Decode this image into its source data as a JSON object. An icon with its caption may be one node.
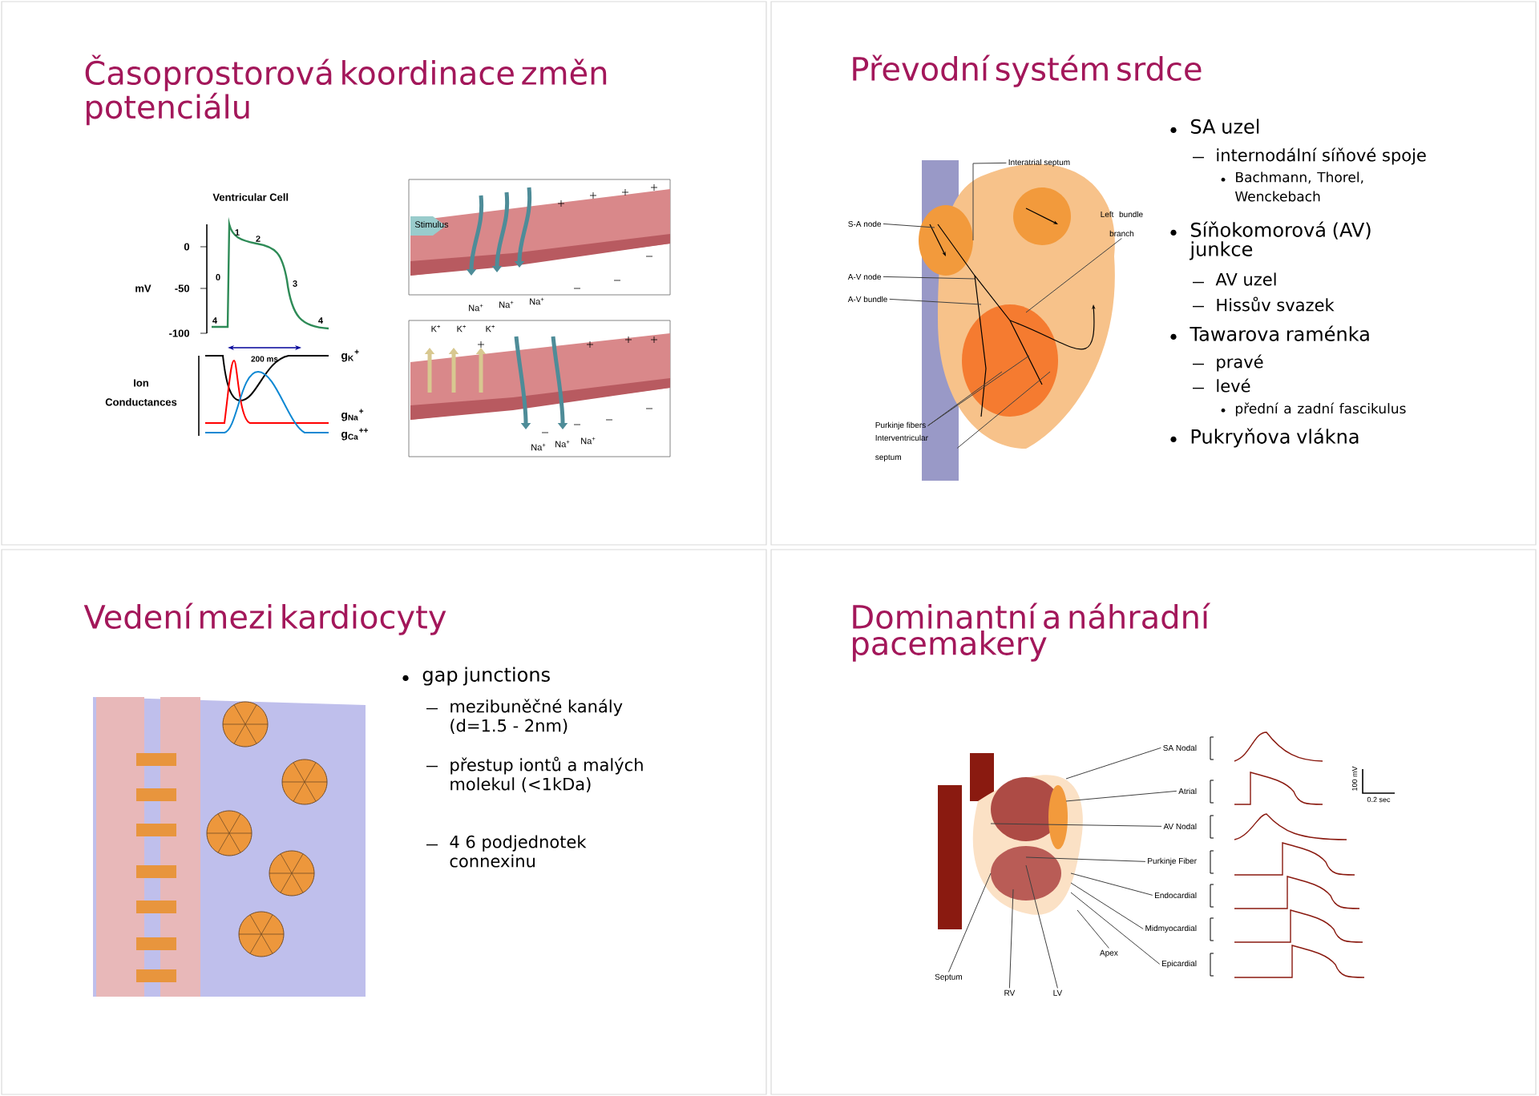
{
  "diagram": {
    "nodes": [
      {
        "text": [
          "Časoprostorová koordinace změn potenciálu"
        ]
      },
      {
        "text": [
          "Převodní systém srdce"
        ]
      },
      {
        "text": [
          "Vedení mezi kardiocyty"
        ]
      },
      {
        "text": [
          "Dominantní a náhradní pacemakery"
        ]
      },
      {
        "text": [
          "Interatrial septum"
        ],
        "in": 1
      },
      {
        "text": [
          "S-A node"
        ],
        "in": 1
      },
      {
        "text": [
          "A-V node"
        ],
        "in": 1
      },
      {
        "text": [
          "A-V bundle"
        ],
        "in": 1
      },
      {
        "text": [
          "Left bundle branch"
        ],
        "in": 1
      },
      {
        "text": [
          "Purkinje fibers"
        ],
        "in": 1
      },
      {
        "text": [
          "Interventricular septum"
        ],
        "in": 1
      },
      {
        "text": [
          "SA Nodal"
        ],
        "in": 3
      },
      {
        "text": [
          "Atrial"
        ],
        "in": 3
      },
      {
        "text": [
          "AV Nodal"
        ],
        "in": 3
      },
      {
        "text": [
          "Purkinje Fiber"
        ],
        "in": 3
      },
      {
        "text": [
          "Endocardial"
        ],
        "in": 3
      },
      {
        "text": [
          "Midmyocardial"
        ],
        "in": 3
      },
      {
        "text": [
          "Epicardial"
        ],
        "in": 3
      },
      {
        "text": [
          "Septum"
        ],
        "in": 3
      },
      {
        "text": [
          "RV"
        ],
        "in": 3
      },
      {
        "text": [
          "LV"
        ],
        "in": 3
      },
      {
        "text": [
          "Apex"
        ],
        "in": 3
      }
    ],
    "edges": [
      {
        "from": 4,
        "to": null,
        "arrow": "none"
      },
      {
        "from": 5,
        "to": null,
        "arrow": "none"
      },
      {
        "from": 6,
        "to": null,
        "arrow": "none"
      },
      {
        "from": 7,
        "to": null,
        "arrow": "none"
      },
      {
        "from": 8,
        "to": null,
        "arrow": "none"
      },
      {
        "from": 9,
        "to": null,
        "arrow": "none"
      },
      {
        "from": 9,
        "to": null,
        "arrow": "none"
      },
      {
        "from": 10,
        "to": null,
        "arrow": "none"
      },
      {
        "from": 11,
        "to": null,
        "arrow": "none"
      },
      {
        "from": 12,
        "to": null,
        "arrow": "none"
      },
      {
        "from": 13,
        "to": null,
        "arrow": "none"
      },
      {
        "from": 14,
        "to": null,
        "arrow": "none"
      },
      {
        "from": 15,
        "to": null,
        "arrow": "none"
      },
      {
        "from": 16,
        "to": null,
        "arrow": "none"
      },
      {
        "from": 17,
        "to": null,
        "arrow": "none"
      },
      {
        "from": 18,
        "to": null,
        "arrow": "none"
      },
      {
        "from": 19,
        "to": null,
        "arrow": "none"
      },
      {
        "from": 20,
        "to": null,
        "arrow": "none"
      },
      {
        "from": 21,
        "to": null,
        "arrow": "none"
      }
    ],
    "labels": [
      "Ventricular Cell",
      "0",
      "mV",
      "-50",
      "-100",
      "1",
      "2",
      "0",
      "3",
      "4",
      "4",
      "200 ms",
      "Ion Conductances",
      "g$_{K}$$^{+}$",
      "g$_{Na}$$^{+}$",
      "g$_{Ca}$$^{++}$",
      "Stimulus",
      "Na$^{+}$",
      "Na$^{+}$",
      "Na$^{+}$",
      "K$^{+}$",
      "K$^{+}$",
      "K$^{+}$",
      "Na$^{+}$",
      "Na$^{+}$",
      "Na$^{+}$",
      "SA uzel",
      "internodální síňové spoje",
      "Bachmann, Thorel, Wenckebach",
      "Síňokomorová (AV) junkce",
      "AV uzel",
      "Hissův svazek",
      "Tawarova raménka",
      "pravé",
      "levé",
      "přední a zadní fascikulus",
      "Pukryňova vlákna",
      "gap junctions",
      "mezibuněčné kanály (d=1.5 - 2nm)",
      "přestup iontů a malých molekul (<1kDa)",
      "4 6 podjednotek connexinu",
      "100 mV",
      "0.2 sec"
    ]
  }
}
